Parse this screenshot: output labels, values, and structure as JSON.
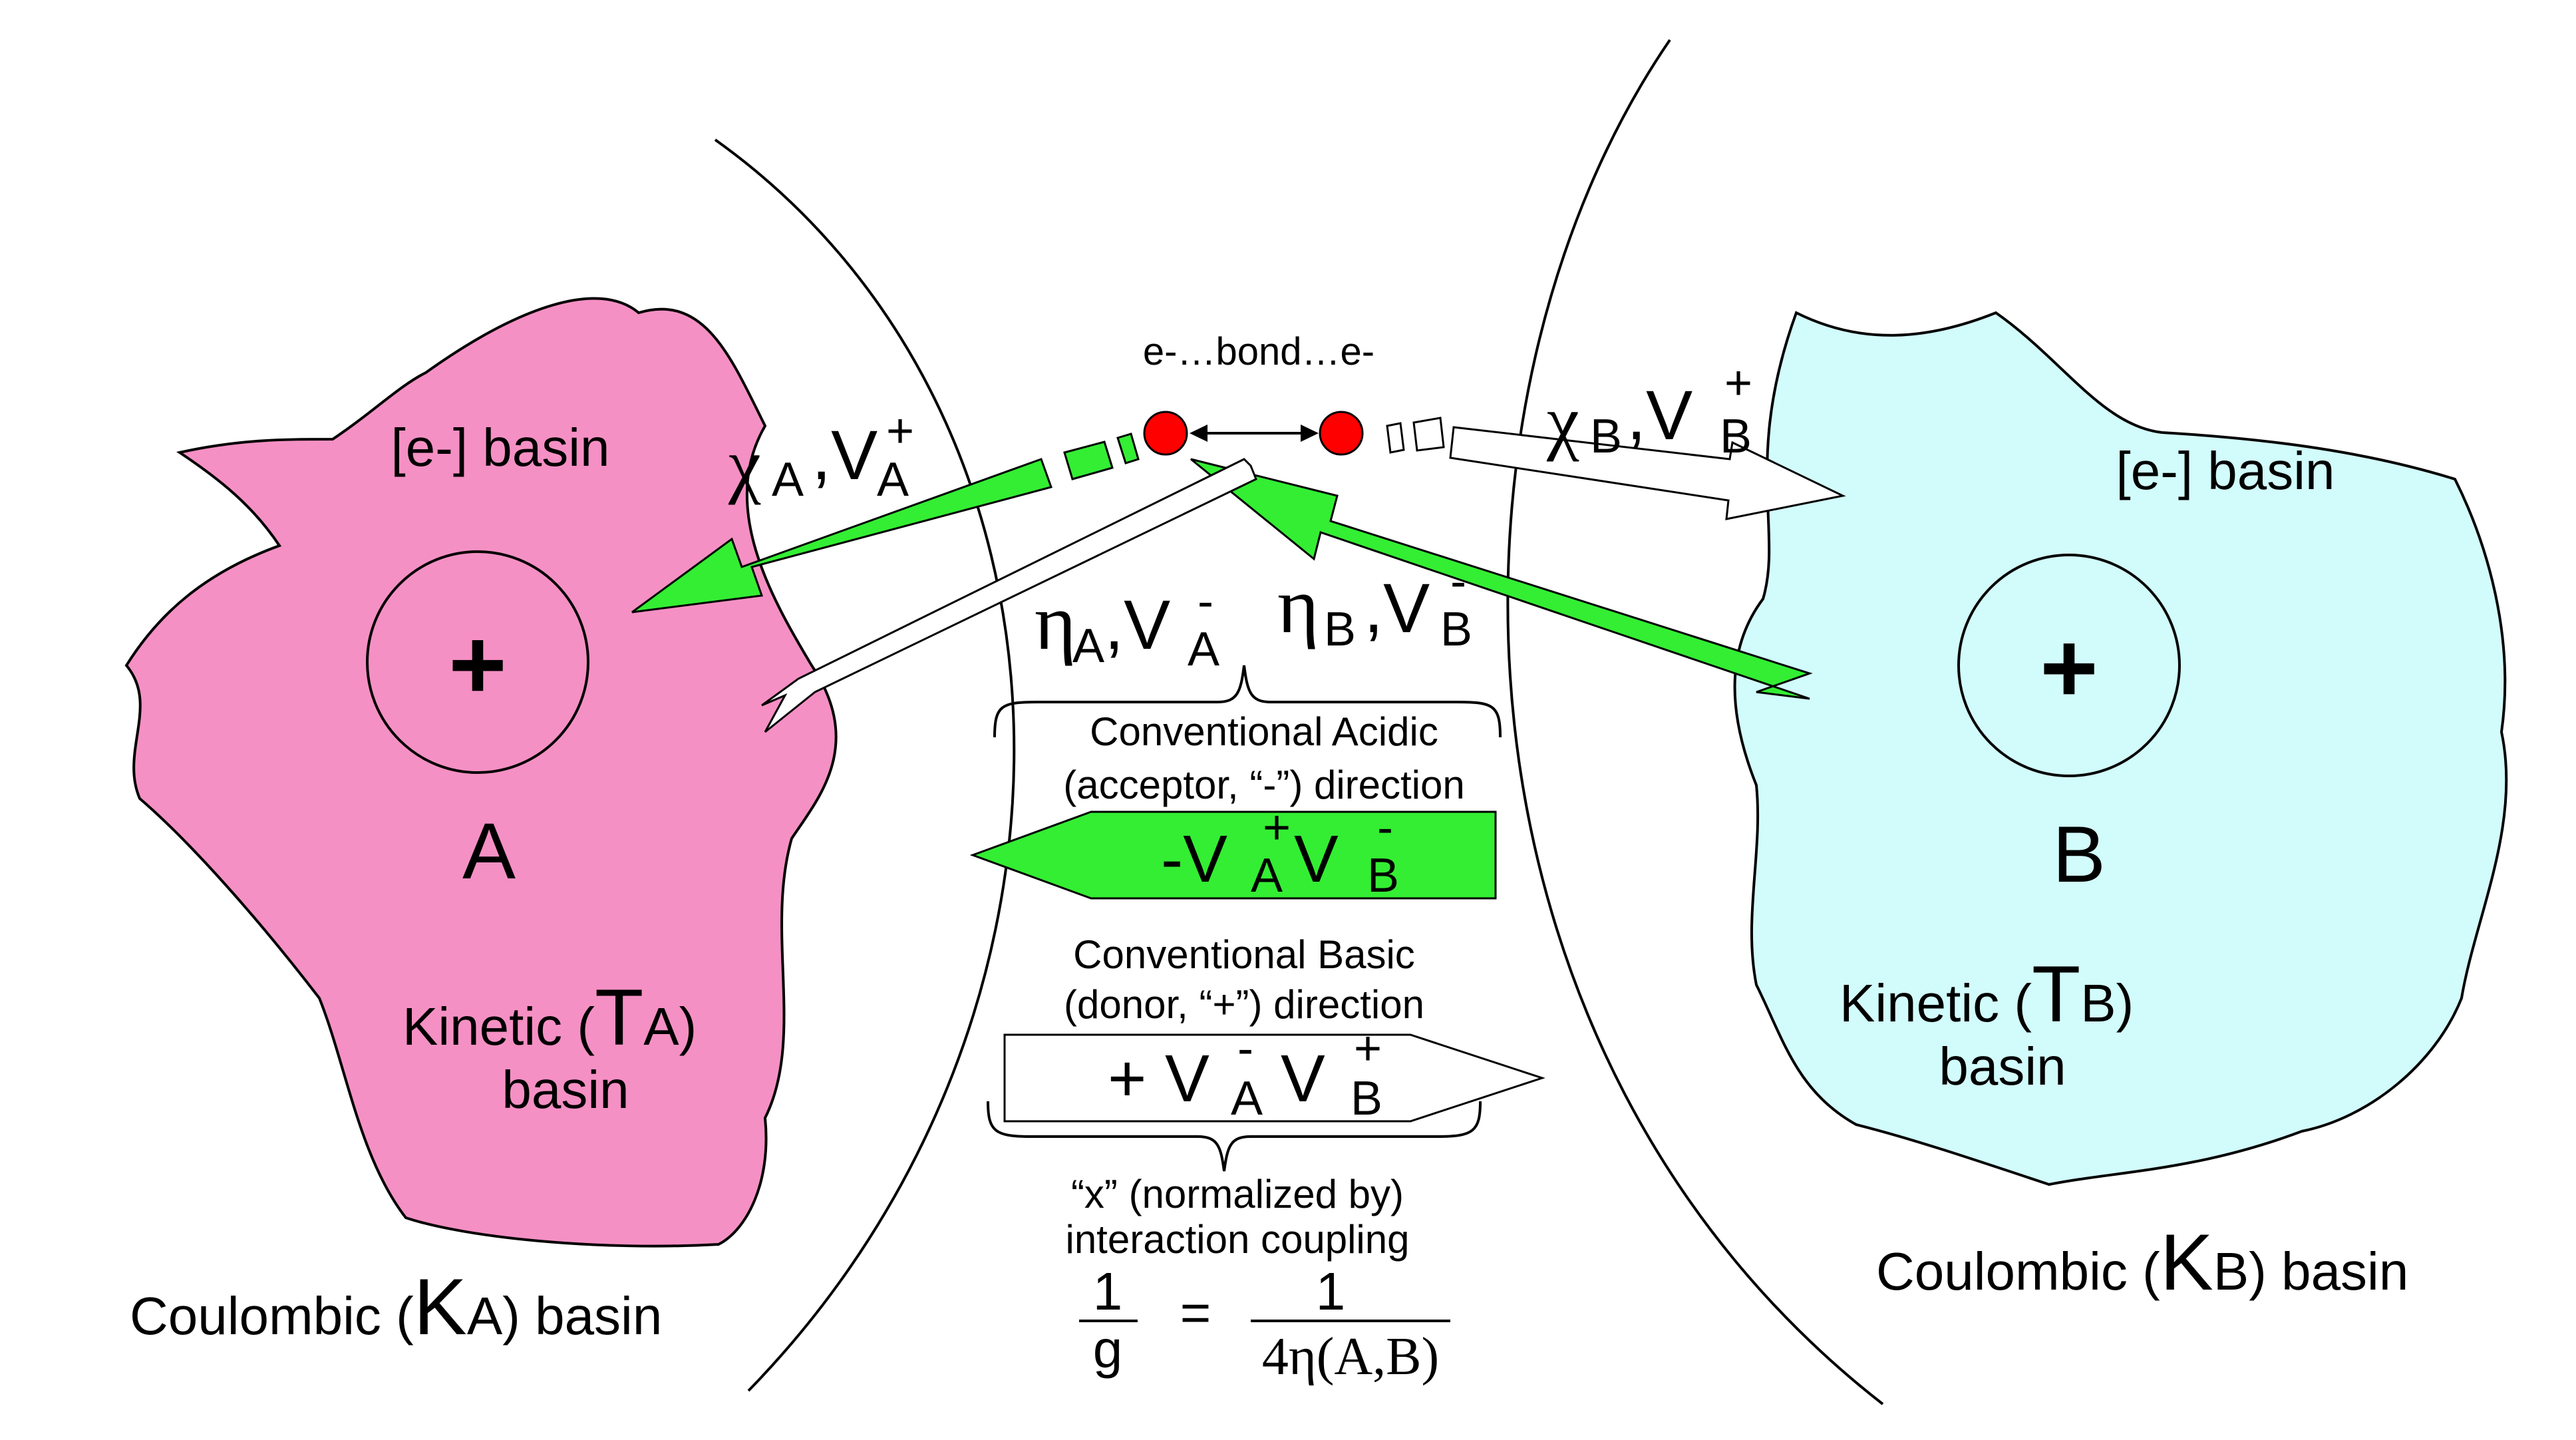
{
  "colors": {
    "basin_a_fill": "#f590c4",
    "basin_b_fill": "#d2fbfb",
    "green_arrow": "#33ee33",
    "electron": "#ff0000"
  },
  "electron_pair": {
    "label": "e-…bond…e-"
  },
  "basin_a": {
    "electron_basin": "[e-] basin",
    "nucleus_sign": "+",
    "letter": "A",
    "kinetic_prefix": "Kinetic (",
    "kinetic_symbol": "T",
    "kinetic_sub": "A",
    "kinetic_suffix": ")",
    "kinetic_basin_word": "basin",
    "coulombic_prefix": "Coulombic (",
    "coulombic_symbol": "K",
    "coulombic_sub": "A",
    "coulombic_suffix": ") basin"
  },
  "basin_b": {
    "electron_basin": "[e-] basin",
    "nucleus_sign": "+",
    "letter": "B",
    "kinetic_prefix": "Kinetic (",
    "kinetic_symbol": "T",
    "kinetic_sub": "B",
    "kinetic_suffix": ")",
    "kinetic_basin_word": "basin",
    "coulombic_prefix": "Coulombic (",
    "coulombic_symbol": "K",
    "coulombic_sub": "B",
    "coulombic_suffix": ") basin"
  },
  "labels": {
    "chi_a": {
      "symbol": "χ",
      "sub": "A",
      "sep": " ,V",
      "sub2": "A",
      "sup": "+"
    },
    "chi_b": {
      "symbol": "χ",
      "sub": "B",
      "sep": " ,V",
      "sub2": "B",
      "sup": "+"
    },
    "eta_a": {
      "symbol": "η",
      "sub": "A",
      "sep": ",V",
      "sub2": "A",
      "sup": "-"
    },
    "eta_b": {
      "symbol": "η",
      "sub": "B",
      "sep": ",V",
      "sub2": "B",
      "sup": "-"
    }
  },
  "acidic": {
    "line1": "Conventional Acidic",
    "line2": "(acceptor, “-”) direction",
    "expr_prefix": "-V",
    "sub1": "A",
    "sup1": "+",
    "expr_mid": "V",
    "sub2": "B",
    "sup2": "-"
  },
  "basic": {
    "line1": "Conventional Basic",
    "line2": "(donor, “+”) direction",
    "expr_prefix": "+ V",
    "sub1": "A",
    "sup1": "-",
    "expr_mid": "V",
    "sub2": "B",
    "sup2": "+"
  },
  "coupling": {
    "line1": "“x” (normalized by)",
    "line2": "interaction coupling",
    "lhs_num": "1",
    "lhs_den": "g",
    "equals": "=",
    "rhs_num": "1",
    "rhs_den": "4η(A,B)"
  }
}
